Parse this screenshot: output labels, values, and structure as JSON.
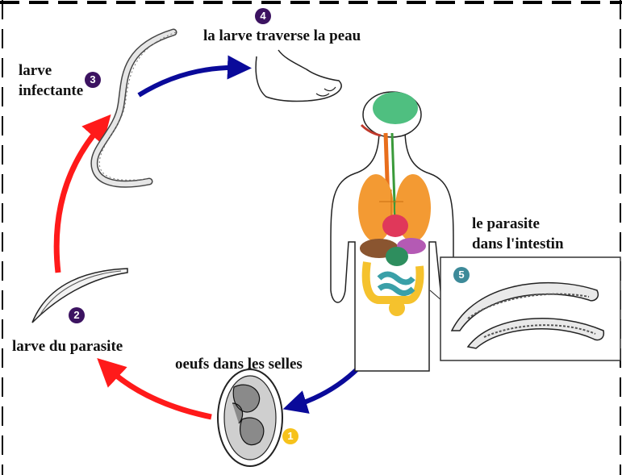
{
  "steps": [
    {
      "number": "1",
      "label": "oeufs dans les selles"
    },
    {
      "number": "2",
      "label": "larve du parasite"
    },
    {
      "number": "3",
      "label_line1": "larve",
      "label_line2": "infectante"
    },
    {
      "number": "4",
      "label": "la larve traverse la peau"
    },
    {
      "number": "5",
      "label_line1": "le  parasite",
      "label_line2": "dans l'intestin"
    }
  ],
  "colors": {
    "arrow_red": "#ff1a1a",
    "arrow_blue": "#0a0a9a",
    "badge_purple": "#3c1361",
    "badge_teal": "#3d8a99",
    "badge_yellow": "#f6c21c",
    "border_dash": "#000000"
  }
}
